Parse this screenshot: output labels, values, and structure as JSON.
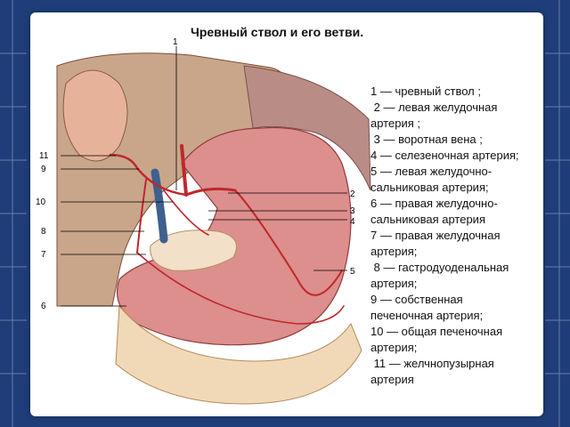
{
  "slide": {
    "title": "Чревный ствол и его ветви.",
    "callouts": [
      "1",
      "2",
      "3",
      "4",
      "5",
      "6",
      "7",
      "8",
      "9",
      "10",
      "11"
    ],
    "legend": [
      "1 — чревный ствол ;",
      " 2 — левая желудочная\nартерия ;",
      " 3 — воротная вена ;",
      "4 — селезеночная артерия;",
      "5 — левая желудочно-\nсальниковая артерия;",
      "6 — правая желудочно-\nсальниковая артерия",
      "7 — правая желудочная\nартерия;",
      " 8 — гастродуоденальная\nартерия;",
      "9 — собственная\nпеченочная артерия;",
      "10 — общая печеночная\nартерия;",
      " 11 — желчнопузырная\nартерия"
    ]
  },
  "colors": {
    "background": "#1f3d78",
    "slide": "#ffffff",
    "tissue": "#d98a8a",
    "artery": "#c0272d",
    "vein": "#3f5f8f"
  }
}
